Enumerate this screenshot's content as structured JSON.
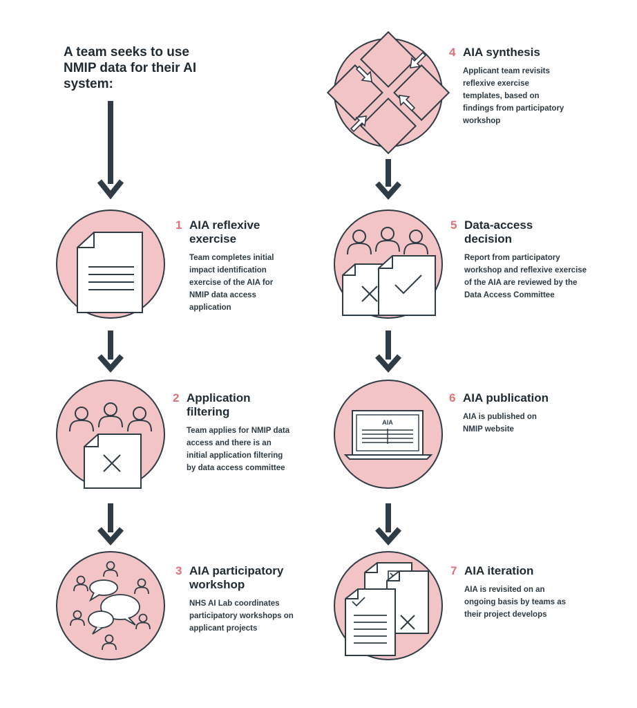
{
  "intro": {
    "text": "A team seeks to use NMIP data for their AI system:"
  },
  "colors": {
    "circle_fill": "#f2c4c6",
    "stroke": "#2f3b45",
    "number": "#e0707a",
    "arrow": "#2f3b45"
  },
  "steps": [
    {
      "number": "1",
      "title": "AIA reflexive exercise",
      "description": "Team completes initial impact identification exercise of the AIA for NMIP data access application",
      "icon": "document-icon"
    },
    {
      "number": "2",
      "title": "Application filtering",
      "description": "Team applies for NMIP data access and there is an initial application filtering by data access committee",
      "icon": "people-rejected-document-icon"
    },
    {
      "number": "3",
      "title": "AIA participatory workshop",
      "description": "NHS AI Lab coordinates participatory workshops on applicant projects",
      "icon": "workshop-discussion-icon"
    },
    {
      "number": "4",
      "title": "AIA synthesis",
      "description": "Applicant team revisits reflexive exercise templates, based on findings from participatory workshop",
      "icon": "synthesis-arrows-icon"
    },
    {
      "number": "5",
      "title": "Data-access decision",
      "description": "Report from participatory workshop and reflexive exercise of the AIA are reviewed by the Data Access Committee",
      "icon": "people-decision-documents-icon"
    },
    {
      "number": "6",
      "title": "AIA publication",
      "description": "AIA is published on NMIP website",
      "icon": "laptop-icon",
      "screen_label": "AIA"
    },
    {
      "number": "7",
      "title": "AIA iteration",
      "description": "AIA is revisited on an ongoing basis by teams as their project develops",
      "icon": "iteration-documents-icon"
    }
  ]
}
